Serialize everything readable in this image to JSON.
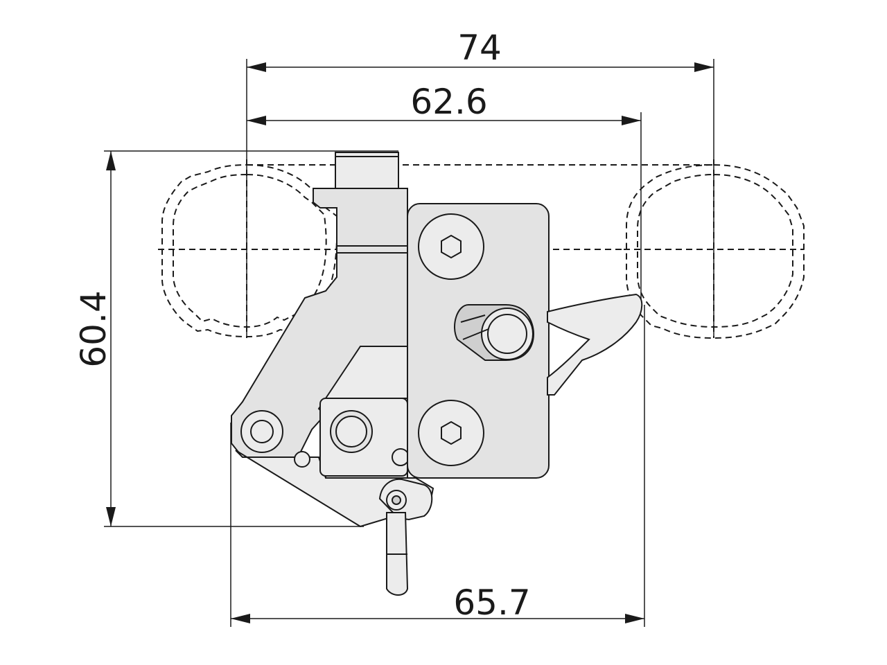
{
  "dimensions": {
    "width_overall": "74",
    "width_inner": "62.6",
    "height": "60.4",
    "width_bottom": "65.7"
  }
}
